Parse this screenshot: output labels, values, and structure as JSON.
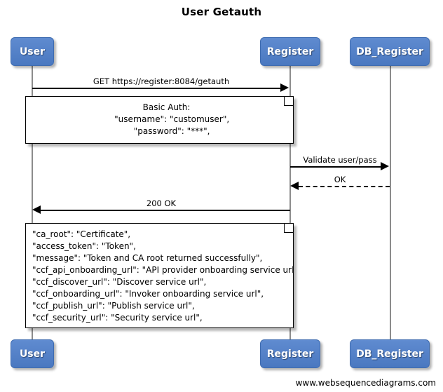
{
  "diagram": {
    "title": "User Getauth",
    "footer": "www.websequencediagrams.com",
    "accent_color": "#5080c8",
    "line_color": "#000000",
    "lifeline_color": "#8c8c8c"
  },
  "participants": [
    {
      "id": "user",
      "label": "User"
    },
    {
      "id": "register",
      "label": "Register"
    },
    {
      "id": "db_register",
      "label": "DB_Register"
    }
  ],
  "participants_bottom": [
    {
      "id": "user",
      "label": "User"
    },
    {
      "id": "register",
      "label": "Register"
    },
    {
      "id": "db_register",
      "label": "DB_Register"
    }
  ],
  "messages": [
    {
      "id": "m1",
      "label": "GET https://register:8084/getauth",
      "from": "user",
      "to": "register",
      "direction": "right",
      "style": "solid"
    },
    {
      "id": "m2",
      "label": "Validate user/pass",
      "from": "register",
      "to": "db_register",
      "direction": "right",
      "style": "solid"
    },
    {
      "id": "m3",
      "label": "OK",
      "from": "db_register",
      "to": "register",
      "direction": "left",
      "style": "dashed"
    },
    {
      "id": "m4",
      "label": "200 OK",
      "from": "register",
      "to": "user",
      "direction": "left",
      "style": "solid"
    }
  ],
  "notes": [
    {
      "id": "note-basic-auth",
      "align": "center",
      "lines": [
        "Basic Auth:",
        "    \"username\": \"customuser\",",
        "    \"password\": \"***\","
      ]
    },
    {
      "id": "note-response-payload",
      "align": "left",
      "lines": [
        "\"ca_root\": \"Certificate\",",
        "\"access_token\": \"Token\",",
        "\"message\": \"Token and CA root returned successfully\",",
        "\"ccf_api_onboarding_url\": \"API provider onboarding service url\",",
        "\"ccf_discover_url\": \"Discover service url\",",
        "\"ccf_onboarding_url\": \"Invoker onboarding service url\",",
        "\"ccf_publish_url\": \"Publish service url\",",
        "\"ccf_security_url\": \"Security service url\","
      ]
    }
  ]
}
